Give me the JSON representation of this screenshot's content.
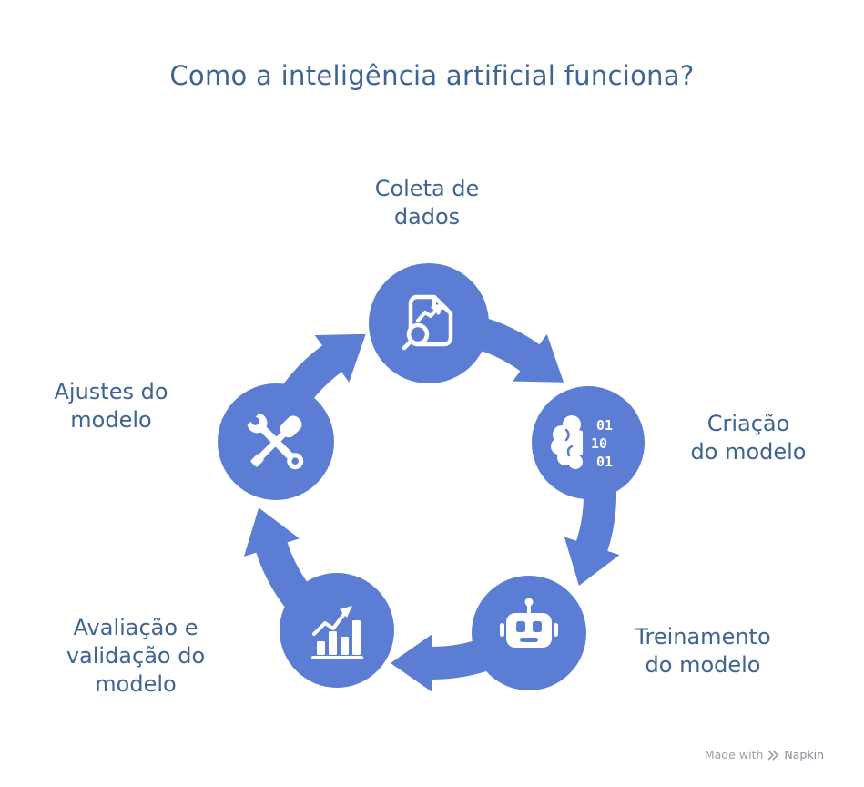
{
  "title": "Como a inteligência artificial funciona?",
  "diagram": {
    "type": "cycle",
    "direction": "clockwise",
    "accent_color": "#5b7ed4",
    "label_color": "#3d6493",
    "nodes": [
      {
        "id": "coleta",
        "position": "top",
        "icon": "document-chart-magnifier-icon",
        "label": "Coleta de dados",
        "lines": [
          "Coleta de",
          "dados"
        ]
      },
      {
        "id": "criacao",
        "position": "right",
        "icon": "brain-binary-icon",
        "label": "Criação do modelo",
        "lines": [
          "Criação",
          "do modelo"
        ]
      },
      {
        "id": "treinamento",
        "position": "bottom-right",
        "icon": "robot-icon",
        "label": "Treinamento do modelo",
        "lines": [
          "Treinamento",
          "do modelo"
        ]
      },
      {
        "id": "avaliacao",
        "position": "bottom-left",
        "icon": "bar-chart-growth-icon",
        "label": "Avaliação e validação do modelo",
        "lines": [
          "Avaliação e",
          "validação do",
          "modelo"
        ]
      },
      {
        "id": "ajustes",
        "position": "left",
        "icon": "wrench-screwdriver-icon",
        "label": "Ajustes do modelo",
        "lines": [
          "Ajustes do",
          "modelo"
        ]
      }
    ],
    "brain_binary_rows": [
      "01",
      "10",
      "01"
    ]
  },
  "footer": {
    "made_with": "Made with",
    "brand": "Napkin",
    "logo": "napkin-logo-icon"
  }
}
